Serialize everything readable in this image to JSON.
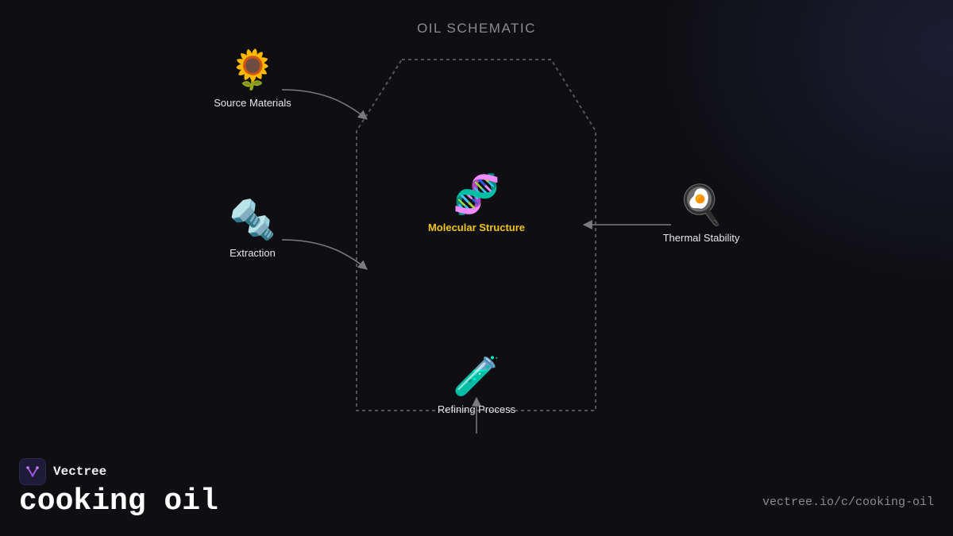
{
  "diagram": {
    "title": "OIL SCHEMATIC",
    "nodes": {
      "source": {
        "icon": "🌻",
        "icon_name": "sunflower-icon",
        "label": "Source Materials"
      },
      "extraction": {
        "icon": "🔩",
        "icon_name": "nut-and-bolt-icon",
        "label": "Extraction"
      },
      "molecular": {
        "icon": "🧬",
        "icon_name": "dna-icon",
        "label": "Molecular Structure"
      },
      "thermal": {
        "icon": "🍳",
        "icon_name": "frying-pan-egg-icon",
        "label": "Thermal Stability"
      },
      "refining": {
        "icon": "🧪",
        "icon_name": "test-tube-icon",
        "label": "Refining Process"
      }
    },
    "colors": {
      "highlight_label": "#f0c419",
      "connector": "#7a7a80",
      "boundary": "#55555c"
    }
  },
  "brand": {
    "name": "Vectree",
    "logo_icon": "vectree-logo-icon"
  },
  "footer": {
    "title": "cooking oil",
    "url": "vectree.io/c/cooking-oil"
  }
}
